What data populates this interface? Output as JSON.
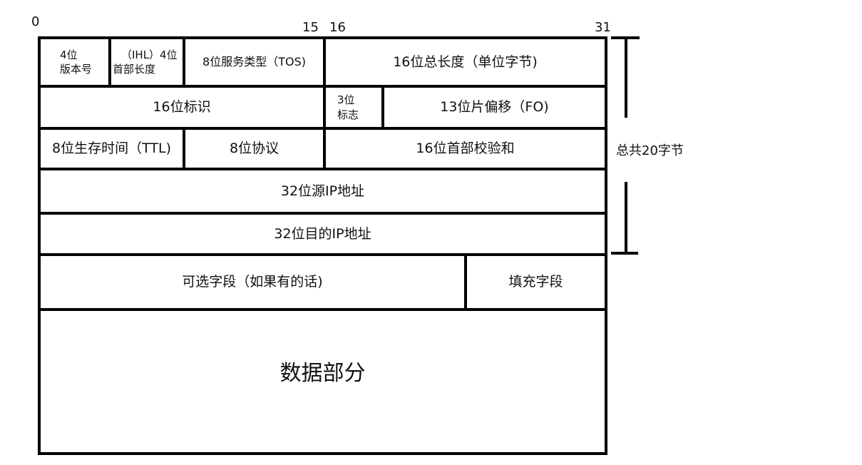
{
  "bit_labels": {
    "b0": "0",
    "b15": "15",
    "b16": "16",
    "b31": "31"
  },
  "rows": {
    "row1": {
      "version": [
        "4位",
        "版本号"
      ],
      "ihl": [
        "（IHL）4位",
        "首部长度"
      ],
      "tos": "8位服务类型（TOS)",
      "total_length": "16位总长度（单位字节)"
    },
    "row2": {
      "identification": "16位标识",
      "flags": [
        "3位",
        "标志"
      ],
      "fragment_offset": "13位片偏移（FO)"
    },
    "row3": {
      "ttl": "8位生存时间（TTL)",
      "protocol": "8位协议",
      "checksum": "16位首部校验和"
    },
    "row4": {
      "source_ip": "32位源IP地址"
    },
    "row5": {
      "dest_ip": "32位目的IP地址"
    },
    "row6": {
      "options": "可选字段（如果有的话)",
      "padding": "填充字段"
    },
    "row7": {
      "data": "数据部分"
    }
  },
  "bracket_label": "总共20字节"
}
